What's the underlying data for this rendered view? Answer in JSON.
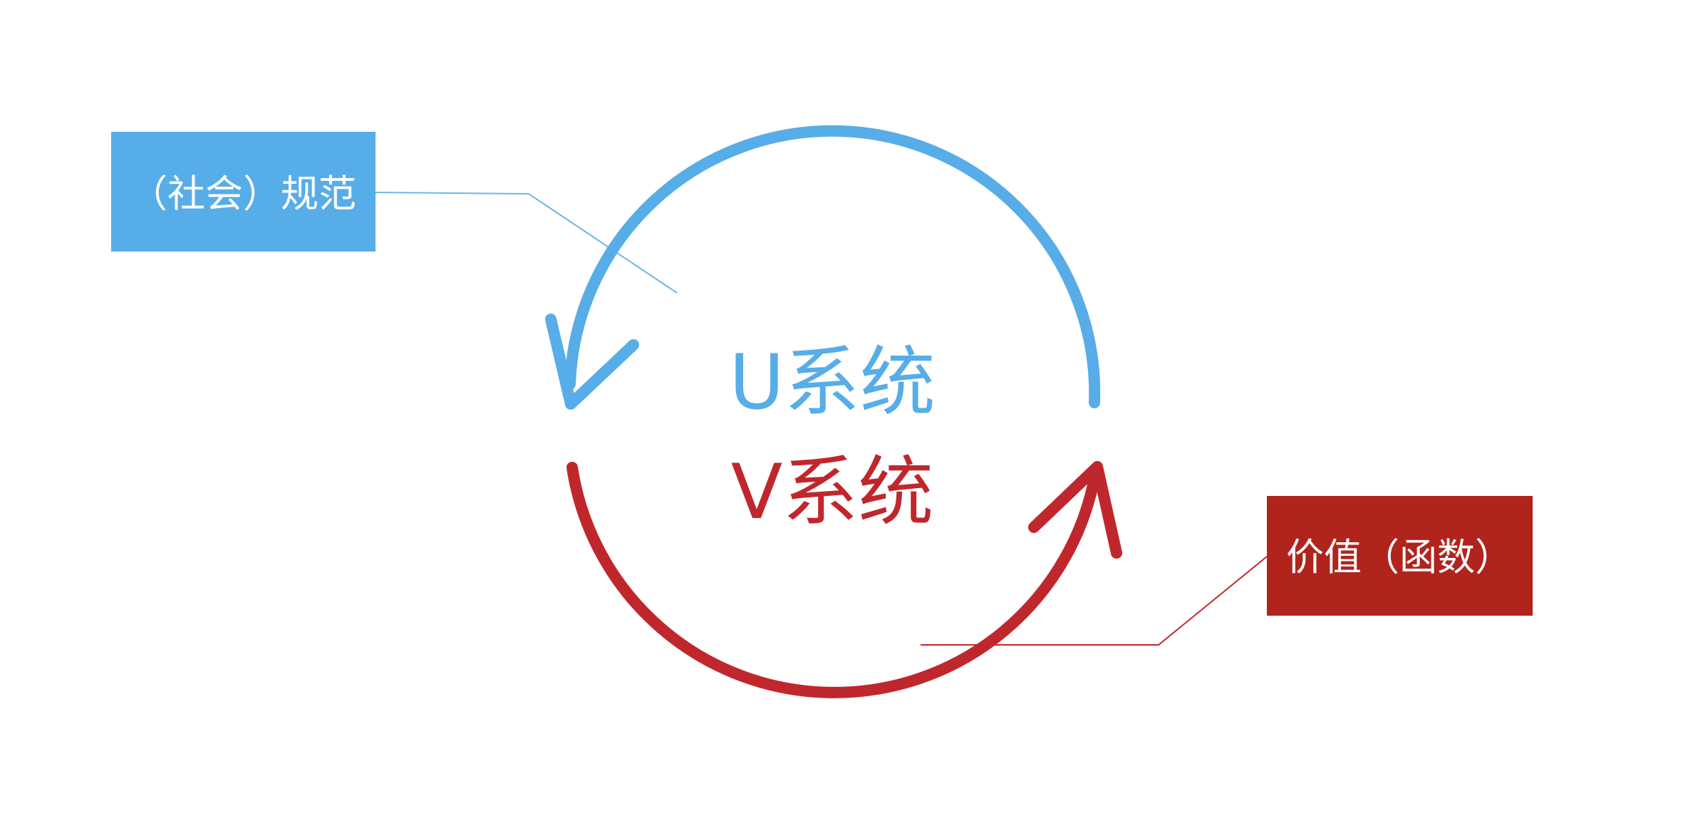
{
  "diagram": {
    "norms_label": "（社会）规范",
    "value_label": "价值（函数）",
    "u_system_label": "U系统",
    "v_system_label": "V系统"
  },
  "colors": {
    "blue": "#57ade8",
    "red": "#c0272d",
    "red_box": "#b0241d",
    "leader_blue": "#6bb8e8",
    "leader_red": "#c0272d"
  }
}
